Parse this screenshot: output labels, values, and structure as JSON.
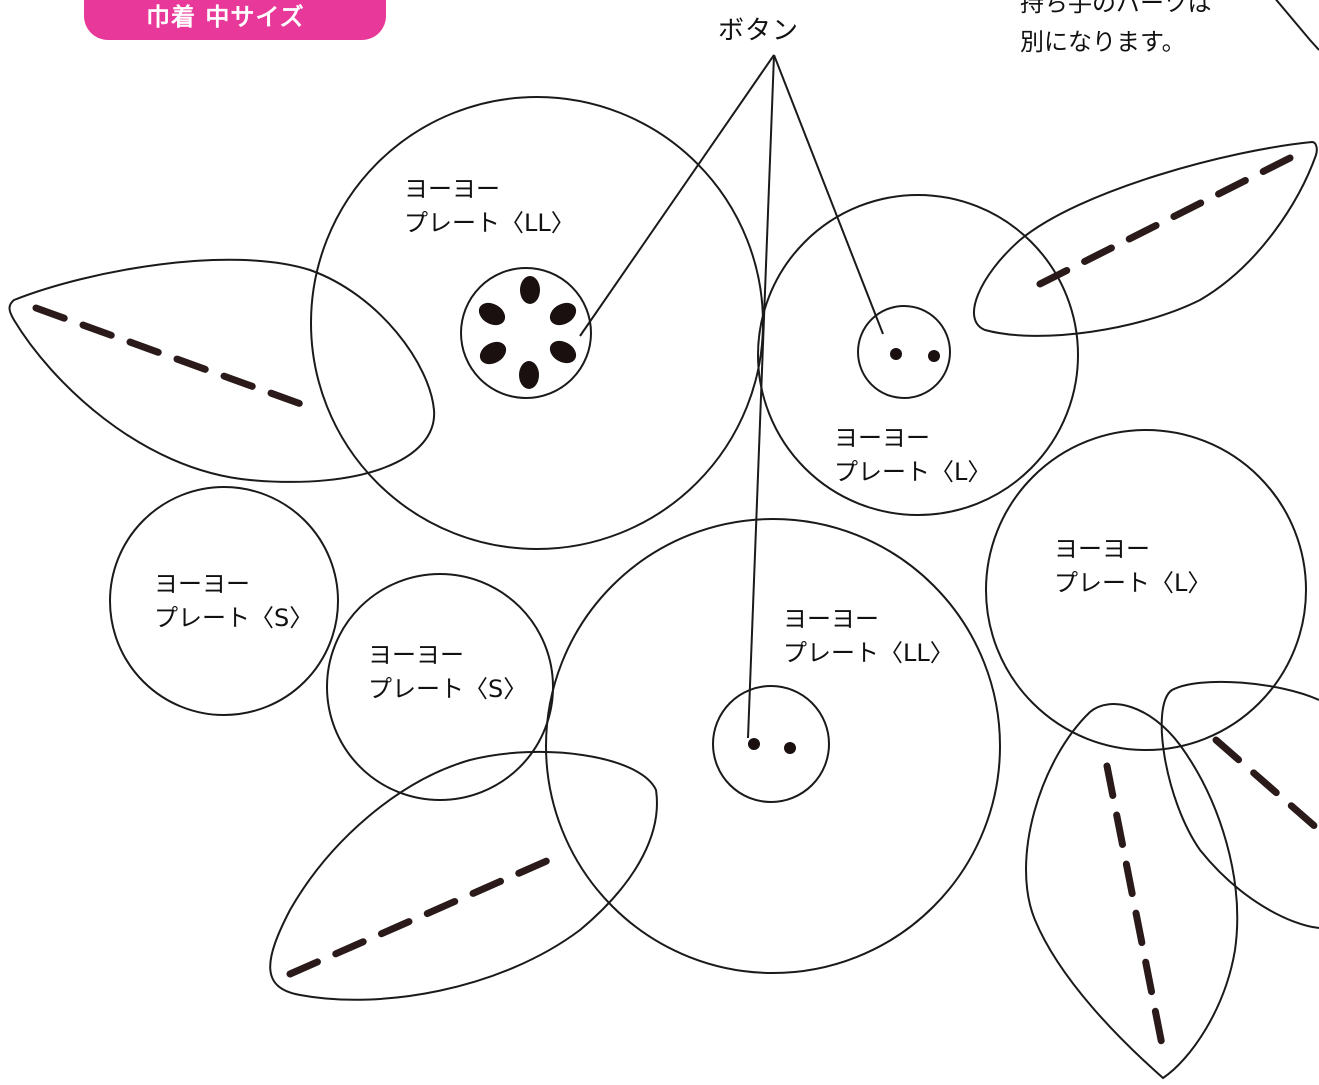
{
  "header": {
    "badge_label": "巾着 中サイズ",
    "badge_color": "#e8399a"
  },
  "annotations": {
    "button_label": "ボタン",
    "note_lines": [
      "持ち手のパーツは",
      "別になります。"
    ]
  },
  "plates": [
    {
      "line1": "ヨーヨー",
      "line2": "プレート〈LL〉"
    },
    {
      "line1": "ヨーヨー",
      "line2": "プレート〈L〉"
    },
    {
      "line1": "ヨーヨー",
      "line2": "プレート〈L〉"
    },
    {
      "line1": "ヨーヨー",
      "line2": "プレート〈LL〉"
    },
    {
      "line1": "ヨーヨー",
      "line2": "プレート〈S〉"
    },
    {
      "line1": "ヨーヨー",
      "line2": "プレート〈S〉"
    }
  ],
  "icons": {
    "leaf": "leaf-icon",
    "button": "button-icon"
  }
}
